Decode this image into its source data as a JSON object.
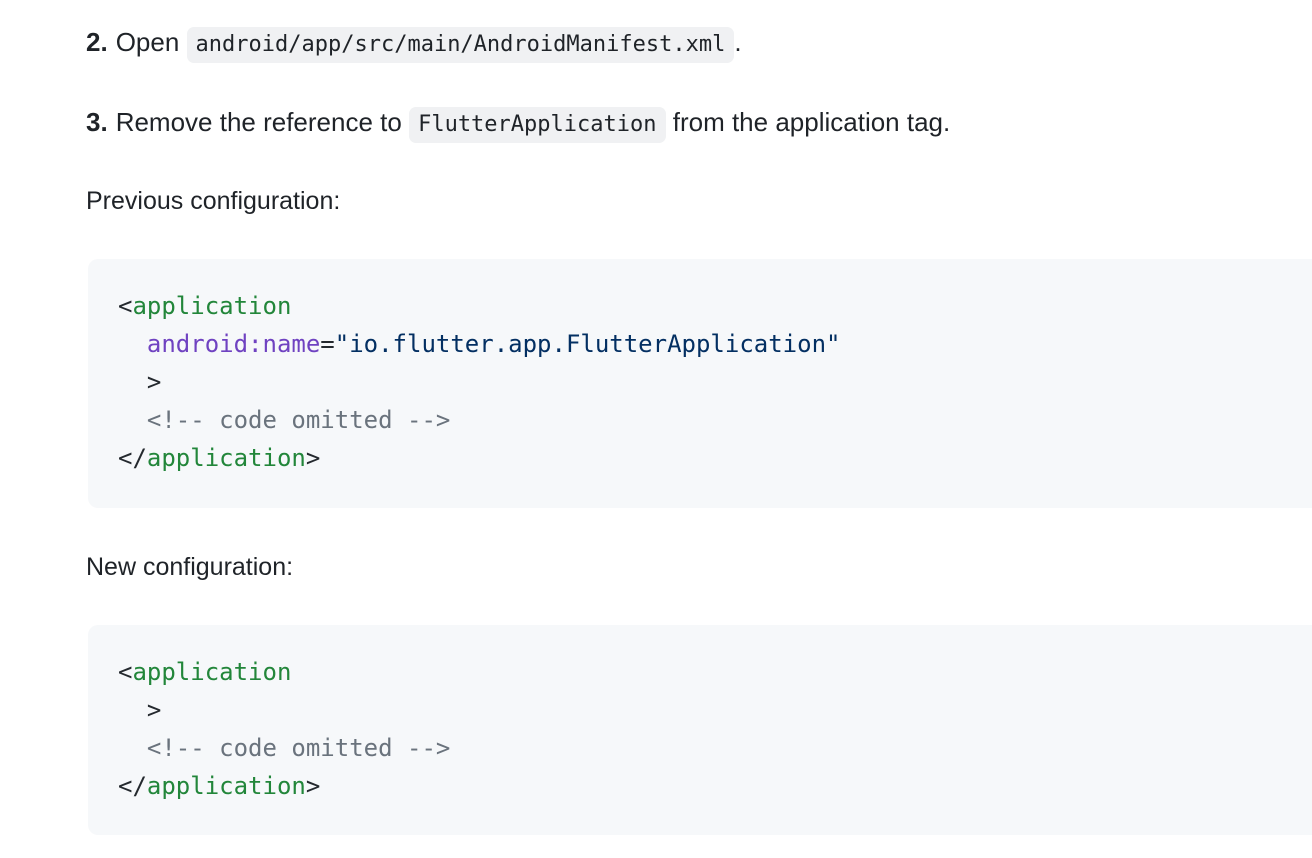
{
  "steps": [
    {
      "number": "2.",
      "before": "Open",
      "code": "android/app/src/main/AndroidManifest.xml",
      "after": "."
    },
    {
      "number": "3.",
      "before": "Remove the reference to",
      "code": "FlutterApplication",
      "after": "from the application tag."
    }
  ],
  "captions": {
    "previous": "Previous configuration:",
    "new": "New configuration:"
  },
  "code_blocks": {
    "previous": {
      "language": "xml",
      "lines": [
        {
          "tokens": [
            {
              "t": "<",
              "c": "punct"
            },
            {
              "t": "application",
              "c": "tag"
            }
          ]
        },
        {
          "tokens": [
            {
              "t": "  ",
              "c": "punct"
            },
            {
              "t": "android:name",
              "c": "attr"
            },
            {
              "t": "=",
              "c": "eq"
            },
            {
              "t": "\"io.flutter.app.FlutterApplication\"",
              "c": "string"
            }
          ]
        },
        {
          "tokens": [
            {
              "t": "  ",
              "c": "punct"
            },
            {
              "t": ">",
              "c": "punct"
            }
          ]
        },
        {
          "tokens": [
            {
              "t": "  ",
              "c": "punct"
            },
            {
              "t": "<!-- code omitted -->",
              "c": "comment"
            }
          ]
        },
        {
          "tokens": [
            {
              "t": "</",
              "c": "punct"
            },
            {
              "t": "application",
              "c": "tag"
            },
            {
              "t": ">",
              "c": "punct"
            }
          ]
        }
      ]
    },
    "new": {
      "language": "xml",
      "lines": [
        {
          "tokens": [
            {
              "t": "<",
              "c": "punct"
            },
            {
              "t": "application",
              "c": "tag"
            }
          ]
        },
        {
          "tokens": [
            {
              "t": "  ",
              "c": "punct"
            },
            {
              "t": ">",
              "c": "punct"
            }
          ]
        },
        {
          "tokens": [
            {
              "t": "  ",
              "c": "punct"
            },
            {
              "t": "<!-- code omitted -->",
              "c": "comment"
            }
          ]
        },
        {
          "tokens": [
            {
              "t": "</",
              "c": "punct"
            },
            {
              "t": "application",
              "c": "tag"
            },
            {
              "t": ">",
              "c": "punct"
            }
          ]
        }
      ]
    }
  },
  "colors": {
    "page_background": "#ffffff",
    "text": "#1f2328",
    "code_block_background": "#f6f8fa",
    "inline_code_background": "#f0f1f3",
    "syntax_tag": "#22863a",
    "syntax_attr": "#6f42c1",
    "syntax_string": "#032f62",
    "syntax_comment": "#6a737d",
    "syntax_punct": "#24292e"
  }
}
